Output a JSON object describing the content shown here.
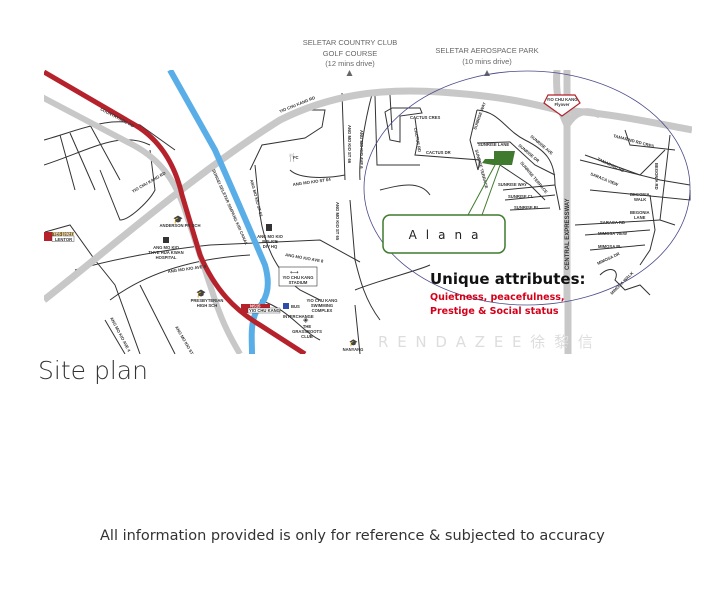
{
  "top_labels": {
    "golf": [
      "SELETAR COUNTRY CLUB",
      "GOLF COURSE",
      "(12 mins drive)"
    ],
    "aero": [
      "SELETAR AEROSPACE PARK",
      "(10 mins drive)"
    ]
  },
  "map_labels": {
    "yck_rd_1": "YIO CHU KANG RD",
    "yck_rd_2": "YIO CHU KANG RD",
    "countryside": "COUNTRYSIDE RD",
    "lentor_code": "TE5 (2021)",
    "lentor": "LENTOR",
    "anderson": "ANDERSON PR SCH",
    "hospital": [
      "ANG MO KIO",
      "THYE HUA KWAN",
      "HOSPITAL"
    ],
    "amk_ave9": "ANG MO KIO AVE 9",
    "presbyterian": [
      "PRESBYTERIAN",
      "HIGH SCH"
    ],
    "police": [
      "ANG MO KIO",
      "POLICE",
      "DIV HQ"
    ],
    "canal": "SUNGEI SELETAR SIMPANG KIRI CANAL",
    "amk_st62": "ANG MO KIO ST 62",
    "amk_st64": "ANG MO KIO ST 64",
    "amk_st66": "ANG MO KIO ST 66",
    "amk_st65": "ANG MO KIO ST 65",
    "amk_ave8": "ANG MO KIO AVE 8",
    "amk_st61": "ANG MO KIO ST 61",
    "amk_ave4": "ANG MO KIO AVE 4",
    "fc": "FC",
    "stadium": [
      "YIO CHU KANG",
      "STADIUM"
    ],
    "mrt_code": "NS15",
    "mrt": "YIO CHU KANG",
    "bus": [
      "BUS",
      "INTERCHANGE"
    ],
    "swim": [
      "YIO CHU KANG",
      "SWIMMING",
      "COMPLEX"
    ],
    "grassroots": [
      "THE",
      "GRASSROOTS",
      "CLUB"
    ],
    "nanyang": "NANYANG",
    "amk_ave6": "ANG MO KIO AVE 6",
    "cactus_cres": "CACTUS CRES",
    "cactus_rd": "CACTUS RD",
    "cactus_dr": "CACTUS DR",
    "sunrise_way_top": "SUNRISE WAY",
    "sunrise_lane": "SUNRISE LANE",
    "sunrise_terrace_1": "SUNRISE TERRACE",
    "sunrise_ave": "SUNRISE AVE",
    "sunrise_dr": "SUNRISE DR",
    "sunrise_terrace_2": "SUNRISE TERRACE",
    "sunrise_way": "SUNRISE WAY",
    "sunrise_cl": "SUNRISE CL",
    "sunrise_pl": "SUNRISE PL",
    "flyover": [
      "YIO CHU KANG",
      "Flyover"
    ],
    "cte": "CENTRAL EXPRESSWAY",
    "tamarind_cres": "TAMARIND RD CRES",
    "tamarind_rd": "TAMARIND RD",
    "saraca_view": "SARACA VIEW",
    "begonia_rd": "BEGONIA RD",
    "begonia_walk": [
      "BEGONIA",
      "WALK"
    ],
    "begonia_lane": [
      "BEGONIA",
      "LANE"
    ],
    "saraca_rd": "SARACA RD",
    "mimosa_view": "MIMOSA VIEW",
    "mimosa_pl": "MIMOSA PL",
    "mimosa_dr": "MIMOSA DR",
    "mimosa_walk": "MIMOSA WALK"
  },
  "project": {
    "name": "Alana"
  },
  "attributes": {
    "heading": "Unique attributes:",
    "line1": "Quietness, peacefulness,",
    "line2": "Prestige & Social status"
  },
  "watermark": "R  E  N  D  A  Z  E  E   徐  黎  信",
  "colors": {
    "mrt": "#b5222b",
    "canal": "#5aaee8",
    "road": "#c8c8c8",
    "project": "#3f7a2e",
    "attr_red": "#d4001a"
  },
  "title": "Site plan",
  "disclaimer": "All information provided is only for reference & subjected to accuracy"
}
